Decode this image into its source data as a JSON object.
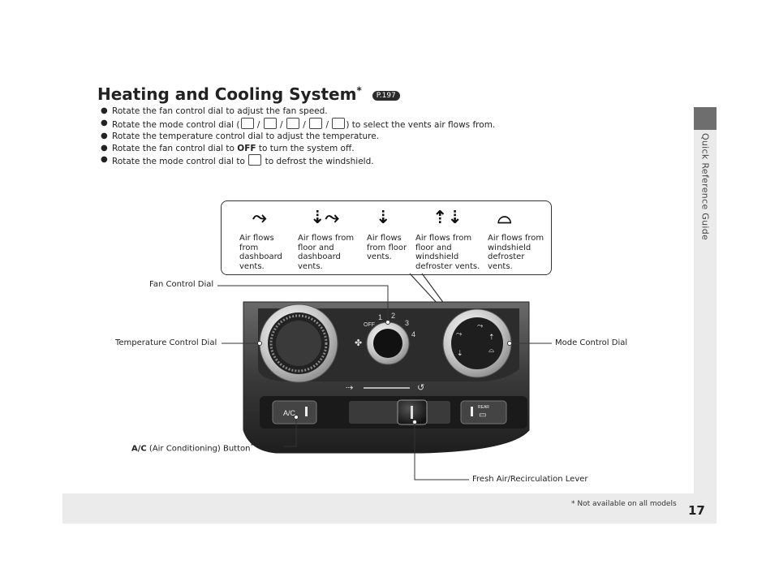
{
  "side_tab": {
    "label": "Quick Reference Guide"
  },
  "page": {
    "number": "17",
    "footnote": "* Not available on all models"
  },
  "section": {
    "title": "Heating and Cooling System",
    "title_star": "*",
    "ref": "P.197"
  },
  "bullets": [
    {
      "pre": "Rotate the fan control dial to adjust the fan speed."
    },
    {
      "pre": "Rotate the mode control dial (",
      "mid": " / ",
      "post": ") to select the vents air flows from."
    },
    {
      "pre": "Rotate the temperature control dial to adjust the temperature."
    },
    {
      "pre": "Rotate the fan control dial to ",
      "bold": "OFF",
      "post": " to turn the system off."
    },
    {
      "pre": "Rotate the mode control dial to ",
      "post": " to defrost the windshield."
    }
  ],
  "modes": [
    {
      "icon": "dashboard-vent-icon",
      "glyph": "⤳",
      "text": "Air flows from dashboard vents."
    },
    {
      "icon": "floor-dashboard-vent-icon",
      "glyph": "⇣⤳",
      "text": "Air flows from floor and dashboard vents."
    },
    {
      "icon": "floor-vent-icon",
      "glyph": "⇣",
      "text": "Air flows from floor vents."
    },
    {
      "icon": "floor-defrost-vent-icon",
      "glyph": "⇡⇣",
      "text": "Air flows from floor and windshield defroster vents."
    },
    {
      "icon": "windshield-defrost-icon",
      "glyph": "⌓",
      "text": "Air flows from windshield defroster vents."
    }
  ],
  "labels": {
    "fan_control_dial": "Fan Control Dial",
    "temperature_control_dial": "Temperature Control Dial",
    "mode_control_dial": "Mode Control Dial",
    "ac_bold": "A/C",
    "ac_rest": " (Air Conditioning) Button",
    "ac_star": "*",
    "fresh_air_lever": "Fresh Air/Recirculation Lever"
  },
  "panel": {
    "fan_off": "OFF",
    "fan_speeds": [
      "1",
      "2",
      "3",
      "4"
    ],
    "ac_button": "A/C",
    "rear_button": "REAR"
  }
}
